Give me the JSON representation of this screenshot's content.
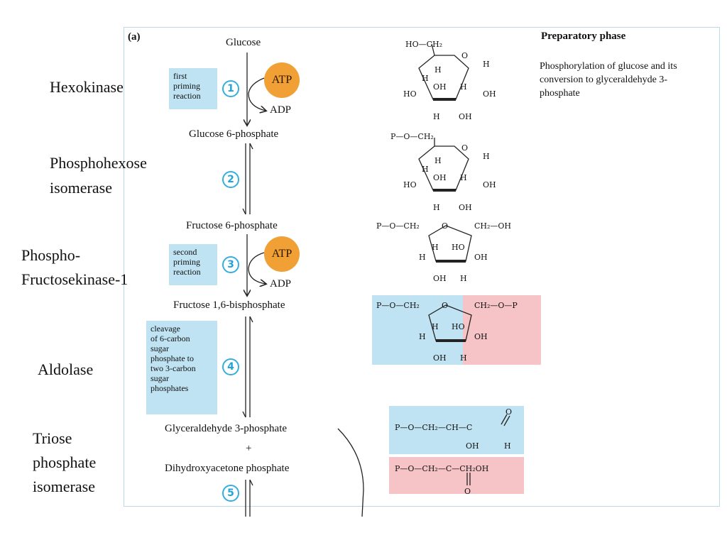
{
  "panel_label": "(a)",
  "phase": {
    "title": "Preparatory phase",
    "description": "Phosphorylation of glucose and its conversion to glyceraldehyde 3-phosphate"
  },
  "enzymes": {
    "hexokinase": "Hexokinase",
    "isomerase_line1": "Phosphohexose",
    "isomerase_line2": "isomerase",
    "pfk_line1": "Phospho-",
    "pfk_line2": "Fructosekinase-1",
    "aldolase": "Aldolase",
    "tpi_line1": "Triose",
    "tpi_line2": "phosphate",
    "tpi_line3": "isomerase"
  },
  "compounds": {
    "glucose": "Glucose",
    "g6p": "Glucose 6-phosphate",
    "f6p": "Fructose 6-phosphate",
    "f16bp": "Fructose 1,6-bisphosphate",
    "g3p": "Glyceraldehyde 3-phosphate",
    "plus": "+",
    "dhap": "Dihydroxyacetone phosphate"
  },
  "steps": [
    "1",
    "2",
    "3",
    "4",
    "5"
  ],
  "notes": {
    "step1": [
      "first",
      "priming",
      "reaction"
    ],
    "step3": [
      "second",
      "priming",
      "reaction"
    ],
    "step4": [
      "cleavage",
      "of 6-carbon",
      "sugar",
      "phosphate to",
      "two 3-carbon",
      "sugar",
      "phosphates"
    ]
  },
  "cofactors": {
    "atp": "ATP",
    "adp": "ADP"
  },
  "structure_labels": {
    "s1_ch2": "HO—CH₂",
    "s2_ch2": "P—O—CH₂",
    "s3_left": "P—O—CH₂",
    "s3_right": "CH₂—OH",
    "s4_left": "P—O—CH₂",
    "s4_right": "CH₂—O—P",
    "g3p_struct": "P—O—CH₂—CH—C",
    "dhap_struct": "P—O—CH₂—C—CH₂OH"
  },
  "colors": {
    "blue_box": "#bfe3f3",
    "pink_box": "#f6c3c6",
    "atp": "#f0a034",
    "step": "#35aede"
  }
}
